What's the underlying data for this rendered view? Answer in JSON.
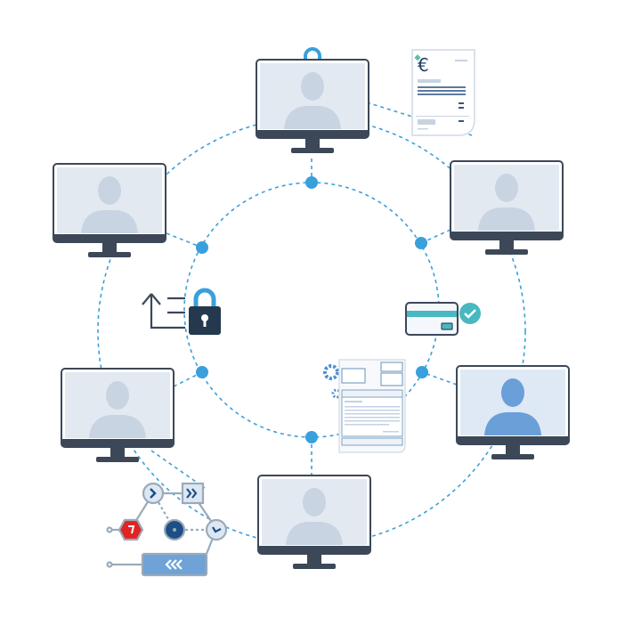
{
  "colors": {
    "dash": "#3aa0dc",
    "node": "#3aa0dc",
    "frame": "#3c4858",
    "screen": "#e3e9f1",
    "person": "#c9d4e2",
    "person_highlight": "#6a9fd8",
    "screen_highlight": "#dfe9f6",
    "lock_body": "#24384e",
    "lock_shackle": "#3aa0dc",
    "check": "#49b8c0",
    "error_red": "#e02424",
    "workflow_blue": "#6fa3d8",
    "workflow_dark": "#1d4f86"
  },
  "invoice": {
    "currency_symbol": "€"
  },
  "monitors": [
    {
      "id": "top",
      "highlight": false,
      "locked": true
    },
    {
      "id": "top-left",
      "highlight": false,
      "locked": false
    },
    {
      "id": "top-right",
      "highlight": false,
      "locked": false
    },
    {
      "id": "left",
      "highlight": false,
      "locked": false
    },
    {
      "id": "right",
      "highlight": true,
      "locked": false
    },
    {
      "id": "bottom",
      "highlight": false,
      "locked": false
    }
  ],
  "icons": [
    "invoice-icon",
    "secure-upload-lock-icon",
    "payment-card-verified-icon",
    "document-settings-icon",
    "workflow-icon"
  ]
}
